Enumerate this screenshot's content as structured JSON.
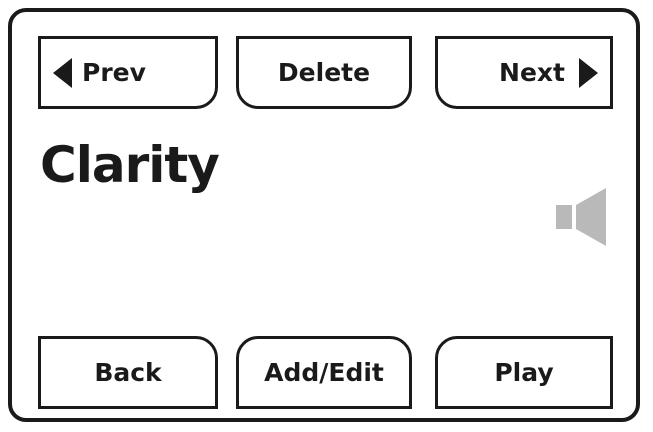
{
  "buttons": {
    "prev": "Prev",
    "delete": "Delete",
    "next": "Next",
    "back": "Back",
    "add_edit": "Add/Edit",
    "play": "Play"
  },
  "word": {
    "title": "Clarity"
  },
  "icons": {
    "prev_arrow": "triangle-left-icon",
    "next_arrow": "triangle-right-icon",
    "audio": "speaker-icon"
  },
  "colors": {
    "ink": "#1a1a1a",
    "speaker": "#b9b9b9",
    "background": "#ffffff"
  }
}
